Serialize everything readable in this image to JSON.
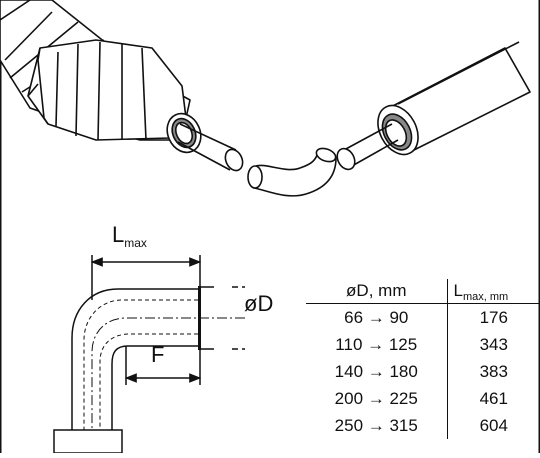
{
  "labels": {
    "lmax_main": "L",
    "lmax_sub": "max",
    "diameter": "øD",
    "f": "F"
  },
  "table": {
    "header_col1": "øD, mm",
    "header_col2_main": "L",
    "header_col2_sub": "max, mm",
    "rows": [
      {
        "d": "66 → 90",
        "lmax": "176"
      },
      {
        "d": "110 → 125",
        "lmax": "343"
      },
      {
        "d": "140 → 180",
        "lmax": "383"
      },
      {
        "d": "200 → 225",
        "lmax": "461"
      },
      {
        "d": "250 → 315",
        "lmax": "604"
      }
    ]
  }
}
